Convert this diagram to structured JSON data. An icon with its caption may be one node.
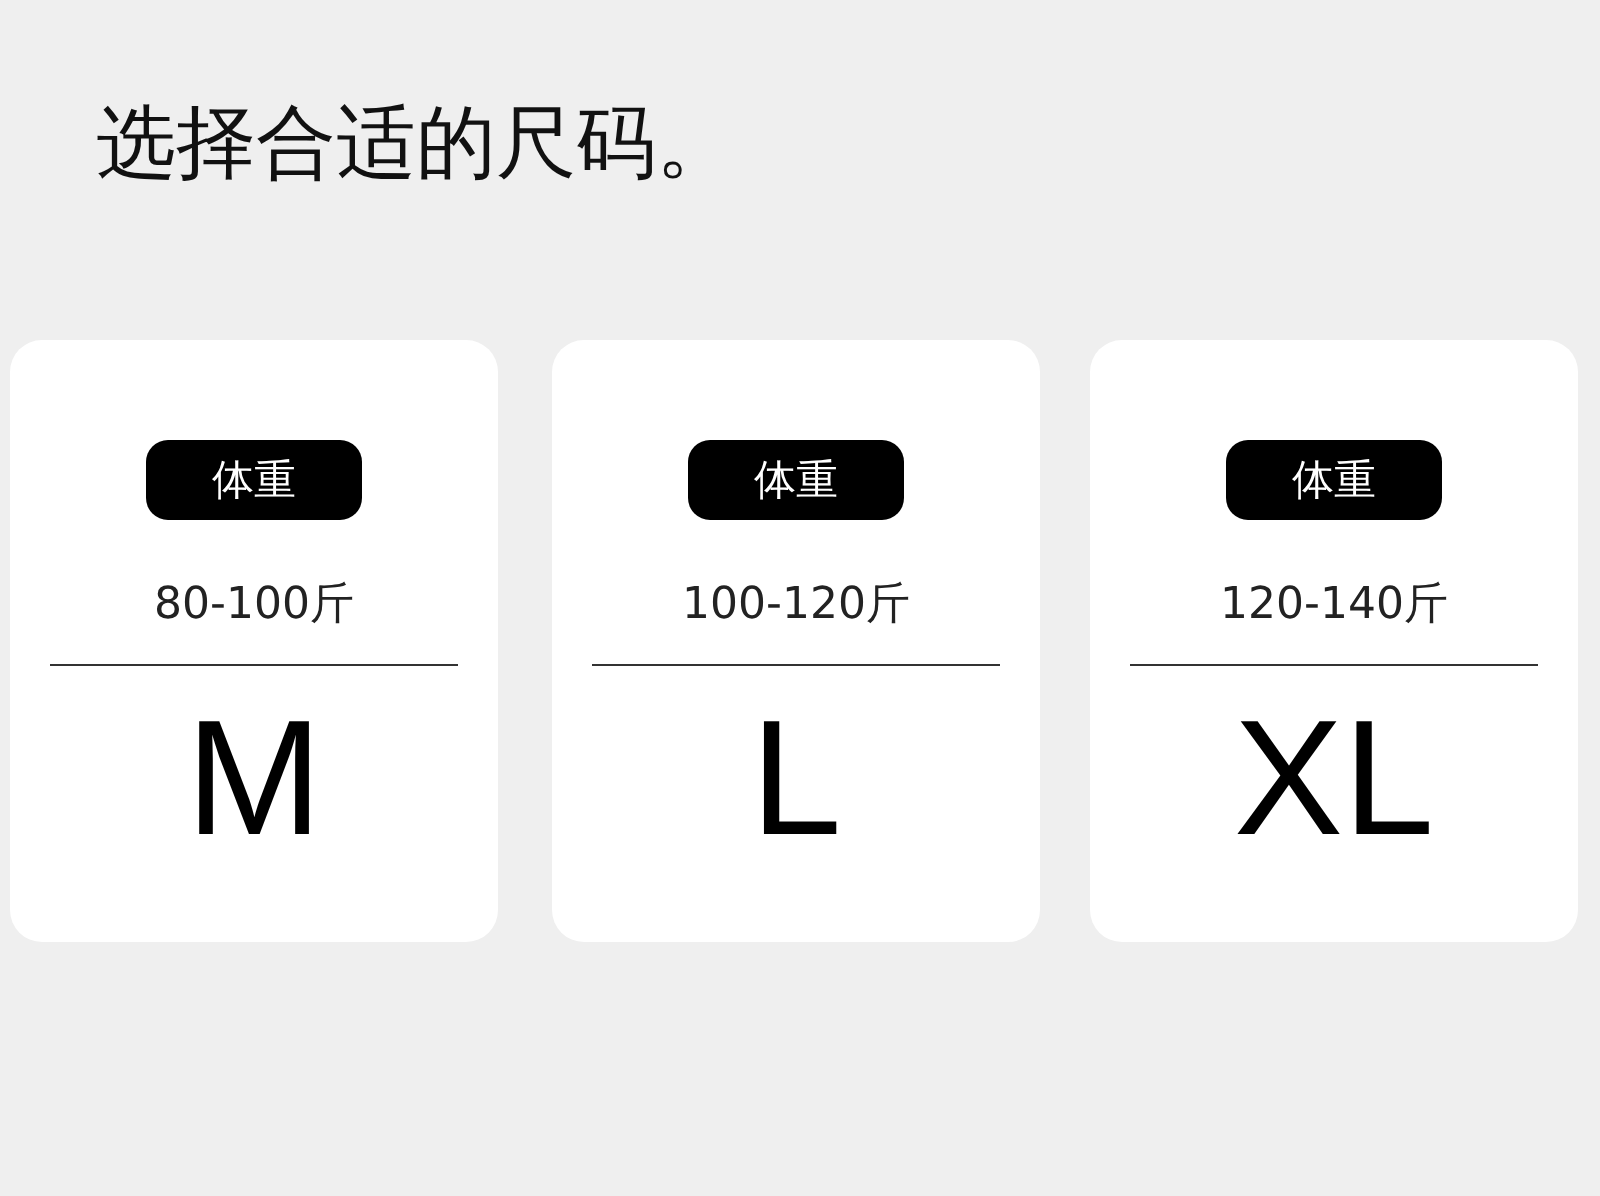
{
  "diagram": {
    "title": "选择合适的尺码。",
    "nodes": [
      {
        "text": [
          "80-100斤",
          "M"
        ]
      },
      {
        "text": [
          "体重"
        ],
        "in": 0
      },
      {
        "text": [
          "100-120斤",
          "L"
        ]
      },
      {
        "text": [
          "体重"
        ],
        "in": 2
      },
      {
        "text": [
          "120-140斤",
          "XL"
        ]
      },
      {
        "text": [
          "体重"
        ],
        "in": 4
      }
    ]
  }
}
